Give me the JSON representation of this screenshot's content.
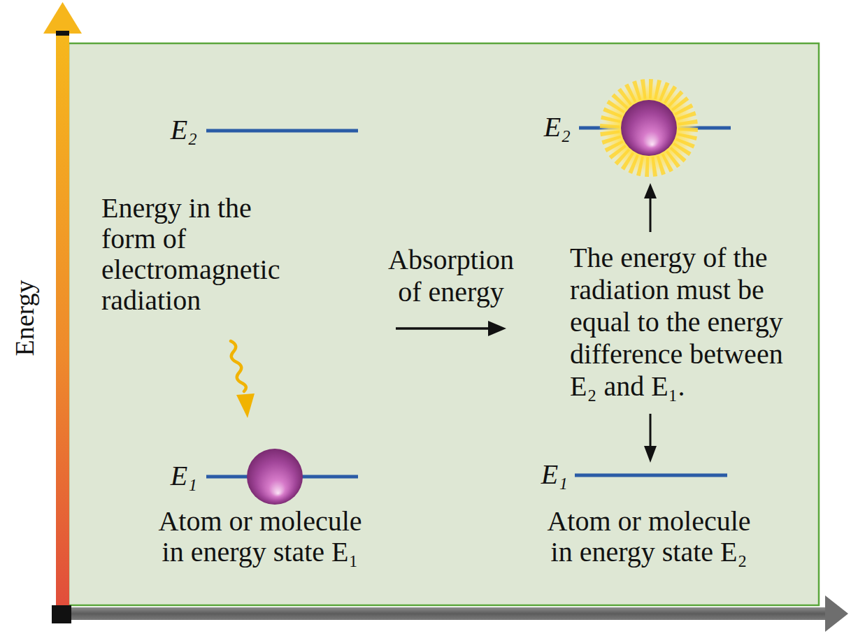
{
  "diagram": {
    "labels": [
      "Energy",
      "E₂",
      "Energy in the form of electromagnetic radiation",
      "E₁",
      "Atom or molecule in energy state E₁",
      "Absorption of energy",
      "E₂",
      "The energy of the radiation must be equal to the energy difference between E₂ and E₁.",
      "E₁",
      "Atom or molecule in energy state E₂"
    ]
  }
}
